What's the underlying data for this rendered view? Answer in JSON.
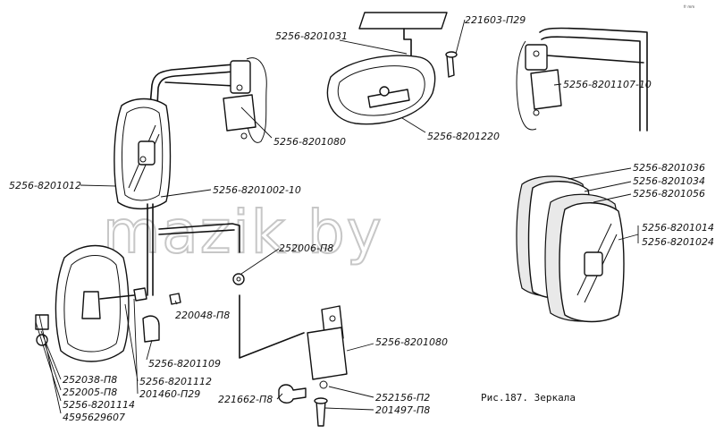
{
  "figure": {
    "caption": "Рис.187. Зеркала",
    "watermark": "mazik.by",
    "corner_mark": "fr mm"
  },
  "labels": {
    "l_8201031": "5256-8201031",
    "l_221603": "221603-П29",
    "l_8201107": "5256-8201107-10",
    "l_8201080_top": "5256-8201080",
    "l_8201220": "5256-8201220",
    "l_8201012": "5256-8201012",
    "l_8201002": "5256-8201002-10",
    "l_252006": "252006-П8",
    "l_8201036": "5256-8201036",
    "l_8201034": "5256-8201034",
    "l_8201056": "5256-8201056",
    "l_8201014": "5256-8201014",
    "l_8201024": "5256-8201024",
    "l_220048": "220048-П8",
    "l_8201080_bottom": "5256-8201080",
    "l_8201109": "5256-8201109",
    "l_252038": "252038-П8",
    "l_252005": "252005-П8",
    "l_8201114": "5256-8201114",
    "l_4595629607": "4595629607",
    "l_8201112": "5256-8201112",
    "l_201460": "201460-П29",
    "l_221662": "221662-П8",
    "l_252156": "252156-П2",
    "l_201497": "201497-П8"
  }
}
